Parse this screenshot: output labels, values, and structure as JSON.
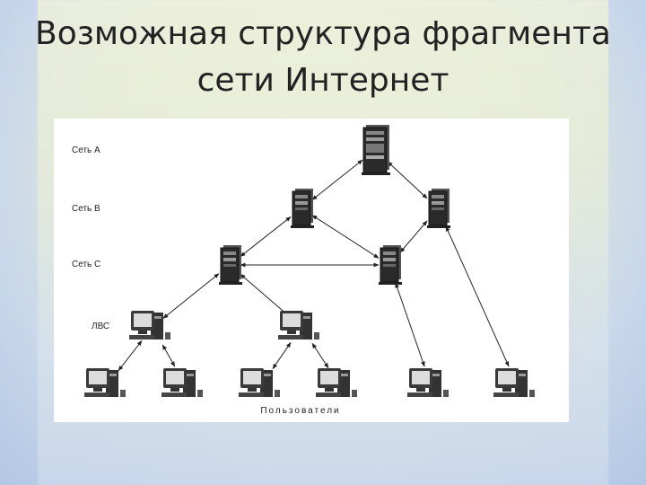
{
  "title": {
    "line1": "Возможная структура фрагмента",
    "line2": "сети Интернет"
  },
  "figure": {
    "levels": [
      "Сеть А",
      "Сеть В",
      "Сеть С",
      "ЛВС"
    ],
    "users_label": "Пользователи",
    "nodes": [
      {
        "id": "serverA",
        "kind": "server-icon"
      },
      {
        "id": "B1",
        "kind": "server-icon"
      },
      {
        "id": "B2",
        "kind": "server-icon"
      },
      {
        "id": "C1",
        "kind": "server-icon"
      },
      {
        "id": "C2",
        "kind": "server-icon"
      },
      {
        "id": "L1",
        "kind": "computer-icon"
      },
      {
        "id": "L2",
        "kind": "computer-icon"
      },
      {
        "id": "U1",
        "kind": "computer-icon"
      },
      {
        "id": "U2",
        "kind": "computer-icon"
      },
      {
        "id": "U3",
        "kind": "computer-icon"
      },
      {
        "id": "U4",
        "kind": "computer-icon"
      },
      {
        "id": "U5",
        "kind": "computer-icon"
      },
      {
        "id": "U6",
        "kind": "computer-icon"
      }
    ],
    "links": [
      [
        "serverA",
        "B1"
      ],
      [
        "serverA",
        "B2"
      ],
      [
        "B1",
        "C1"
      ],
      [
        "B1",
        "C2"
      ],
      [
        "B2",
        "C2"
      ],
      [
        "B2",
        "U6"
      ],
      [
        "C1",
        "C2"
      ],
      [
        "C1",
        "L1"
      ],
      [
        "C1",
        "L2"
      ],
      [
        "C2",
        "U5"
      ],
      [
        "L1",
        "U1"
      ],
      [
        "L1",
        "U2"
      ],
      [
        "L2",
        "U3"
      ],
      [
        "L2",
        "U4"
      ]
    ]
  }
}
